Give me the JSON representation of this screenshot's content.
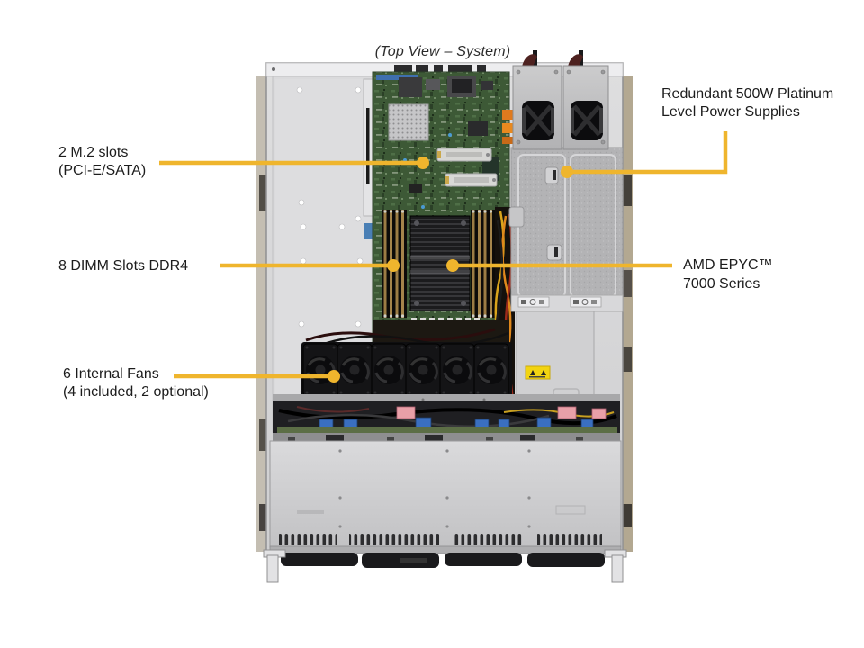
{
  "title": "(Top View – System)",
  "labels": {
    "psu": {
      "line1": "Redundant 500W Platinum",
      "line2": "Level Power Supplies"
    },
    "m2": {
      "line1": "2 M.2 slots",
      "line2": "(PCI-E/SATA)"
    },
    "dimm": {
      "line1": "8 DIMM Slots DDR4"
    },
    "cpu": {
      "line1": "AMD EPYC™",
      "line2": "7000 Series"
    },
    "fans": {
      "line1": "6 Internal Fans",
      "line2": "(4 included, 2 optional)"
    }
  },
  "colors": {
    "callout_yellow": "#EFB52D",
    "chassis_gray": "#d3d3d5",
    "motherboard_green": "#3d5936",
    "psu_body_gray": "#c2c2c4",
    "fan_black": "#141416",
    "warning_sticker_yellow": "#f2d411",
    "background": "#ffffff"
  }
}
